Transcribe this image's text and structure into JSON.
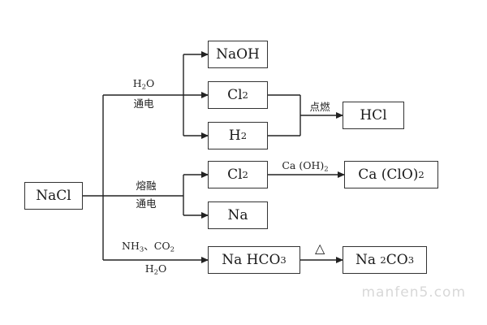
{
  "nodes": {
    "nacl": "NaCl",
    "naoh": "NaOH",
    "cl2_top": "Cl",
    "cl2_top_sub": "2",
    "h2": "H",
    "h2_sub": "2",
    "hcl": "HCl",
    "cl2_mid": "Cl",
    "cl2_mid_sub": "2",
    "caclo2_pre": "Ca (ClO)",
    "caclo2_sub": "2",
    "na": "Na",
    "nahco3_pre": "Na HCO",
    "nahco3_sub": "3",
    "na2co3_pre": "Na",
    "na2co3_sub": "2",
    "na2co3_post": "CO",
    "na2co3_sub2": "3"
  },
  "labels": {
    "h2o_pre": "H",
    "h2o_sub": "2",
    "h2o_post": "O",
    "electrolysis_top": "通电",
    "ignite": "点燃",
    "melt": "熔融",
    "electrolysis_mid": "通电",
    "caoh2_pre": "Ca (OH)",
    "caoh2_sub": "2",
    "nh3_co2_pre": "NH",
    "nh3_sub": "3",
    "nh3_co2_mid": "、CO",
    "co2_sub": "2",
    "h2o2_pre": "H",
    "h2o2_sub": "2",
    "h2o2_post": "O",
    "heat": "△"
  },
  "watermark": "manfen5.com"
}
